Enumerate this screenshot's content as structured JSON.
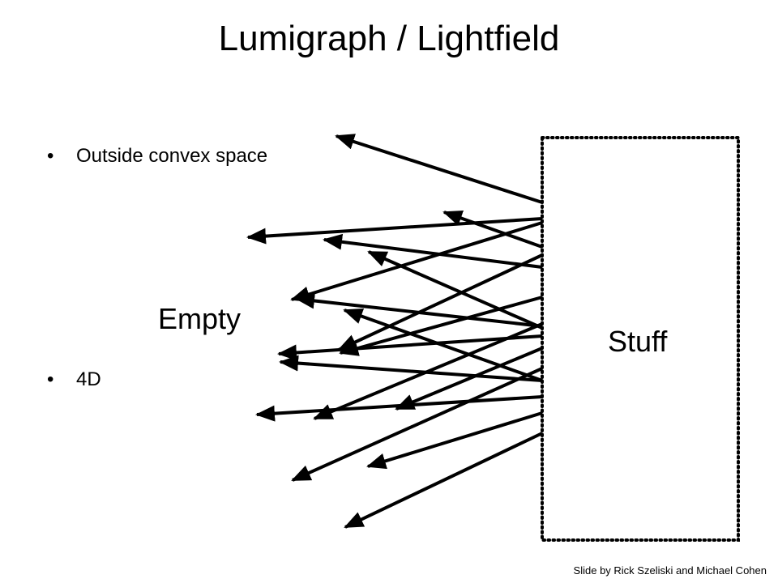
{
  "slide": {
    "title": "Lumigraph / Lightfield",
    "bullets": [
      "Outside convex space",
      "4D"
    ],
    "bullet_glyph": "•",
    "credit": "Slide by Rick Szeliski and Michael Cohen"
  },
  "diagram": {
    "empty_label": "Empty",
    "stuff_label": "Stuff",
    "ray_color": "#000000",
    "ray_count": 18
  }
}
